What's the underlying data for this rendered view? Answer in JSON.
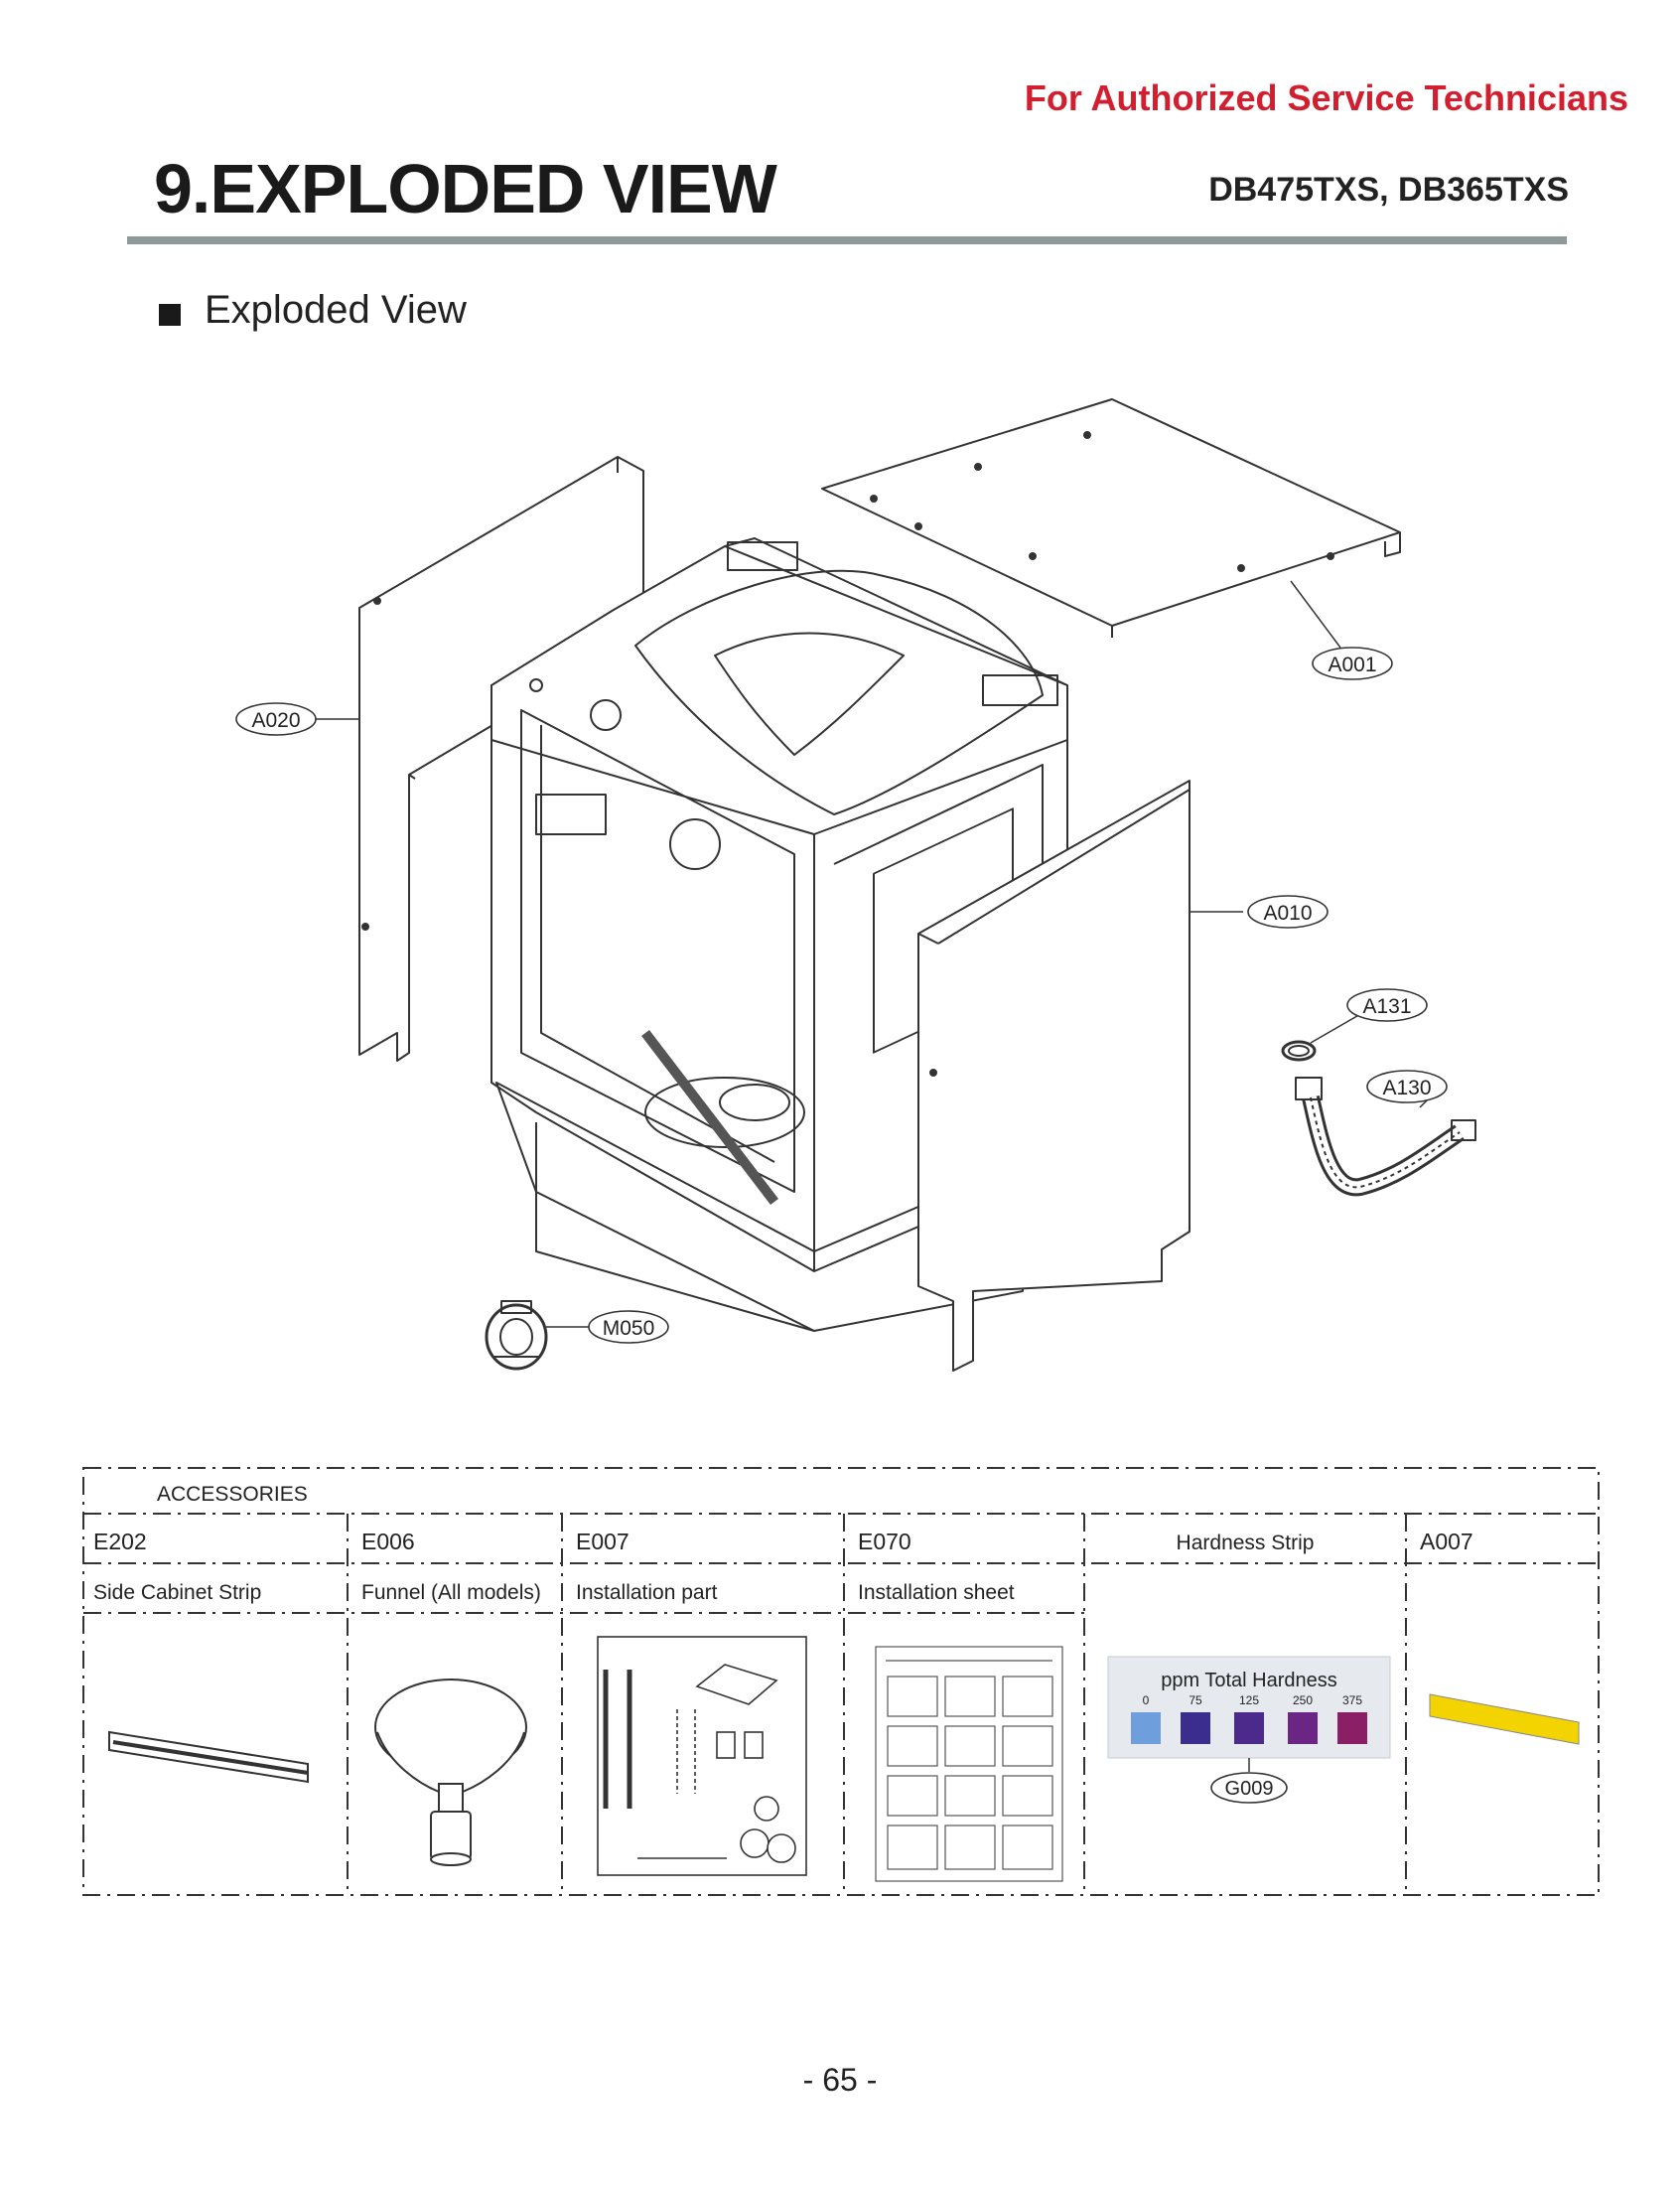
{
  "header": {
    "note": "For Authorized Service Technicians",
    "title": "9.EXPLODED VIEW",
    "models": "DB475TXS, DB365TXS"
  },
  "section": {
    "heading": "Exploded View"
  },
  "callouts": {
    "A001": "A001",
    "A020": "A020",
    "A010": "A010",
    "A131": "A131",
    "A130": "A130",
    "M050": "M050"
  },
  "accessories": {
    "title": "ACCESSORIES",
    "columns": [
      {
        "code": "E202",
        "name": "Side Cabinet Strip"
      },
      {
        "code": "E006",
        "name": "Funnel (All models)"
      },
      {
        "code": "E007",
        "name": "Installation part"
      },
      {
        "code": "E070",
        "name": "Installation sheet"
      },
      {
        "code": "Hardness Strip",
        "name": ""
      },
      {
        "code": "A007",
        "name": ""
      }
    ],
    "hardness_strip": {
      "title": "ppm Total Hardness",
      "levels": [
        "0",
        "75",
        "125",
        "250",
        "375"
      ],
      "colors": [
        "#6e9fdc",
        "#3b2d8e",
        "#4b2a8c",
        "#6a2585",
        "#8a1f66"
      ],
      "callout": "G009"
    },
    "a007_color": "#f4d400"
  },
  "footer": {
    "page": "- 65 -"
  }
}
